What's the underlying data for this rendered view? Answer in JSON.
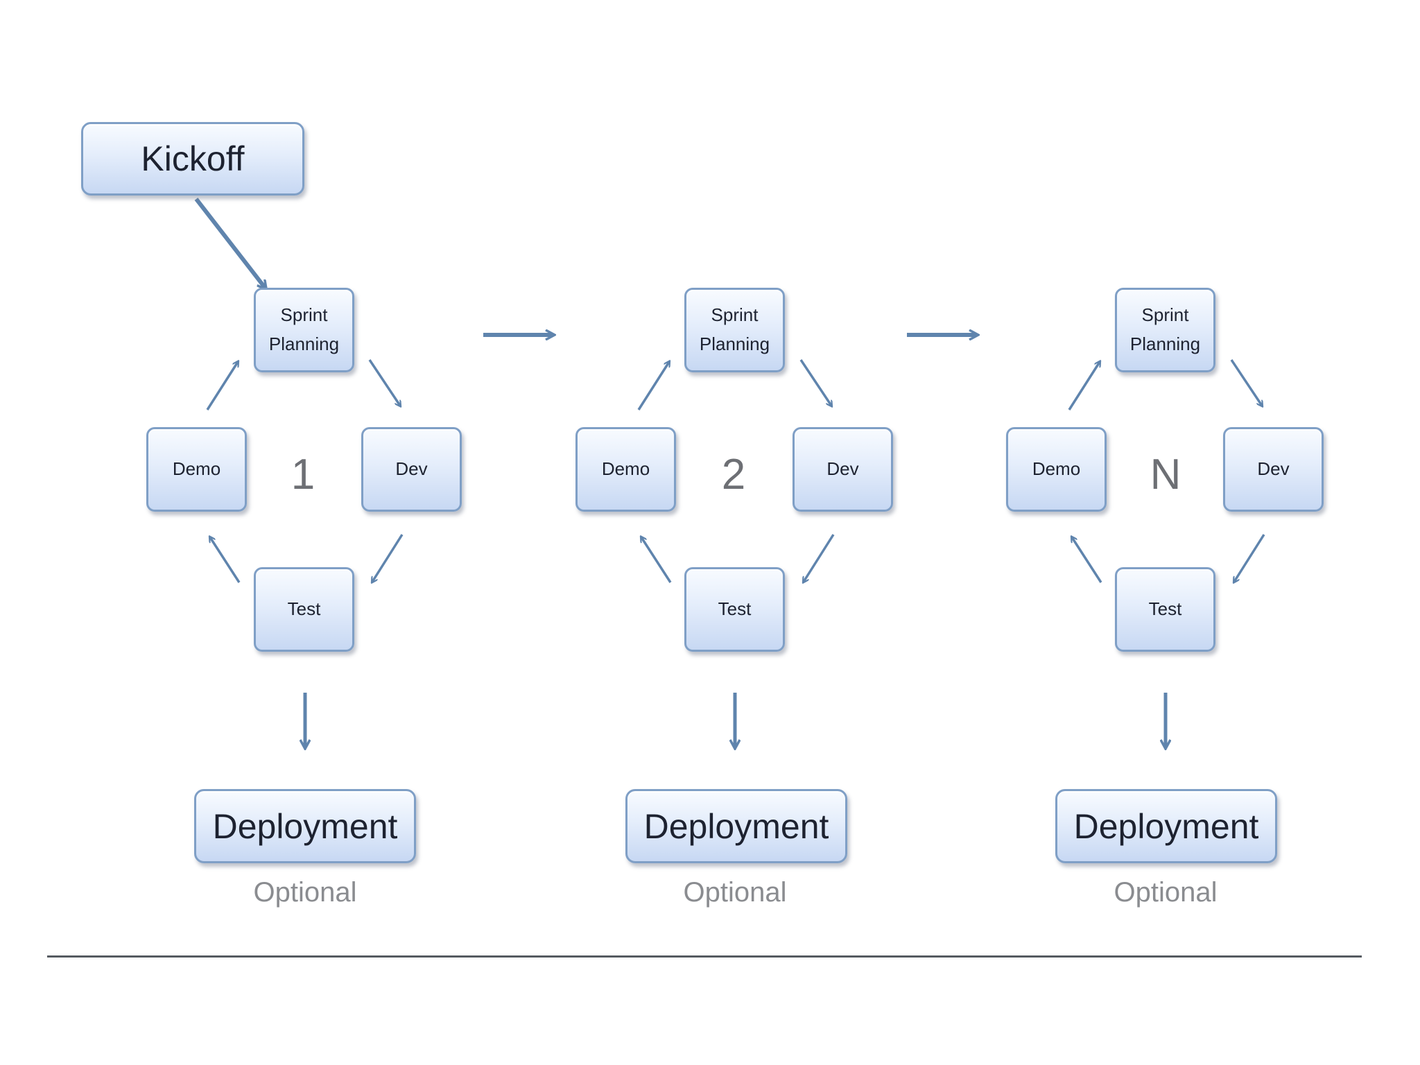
{
  "kickoff": {
    "label": "Kickoff"
  },
  "sprints": [
    {
      "number": "1",
      "sprint_planning": "Sprint\nPlanning",
      "dev": "Dev",
      "test": "Test",
      "demo": "Demo",
      "deployment": "Deployment",
      "optional": "Optional"
    },
    {
      "number": "2",
      "sprint_planning": "Sprint\nPlanning",
      "dev": "Dev",
      "test": "Test",
      "demo": "Demo",
      "deployment": "Deployment",
      "optional": "Optional"
    },
    {
      "number": "N",
      "sprint_planning": "Sprint\nPlanning",
      "dev": "Dev",
      "test": "Test",
      "demo": "Demo",
      "deployment": "Deployment",
      "optional": "Optional"
    }
  ],
  "colors": {
    "arrow": "#5f84ad",
    "box_border": "#7f9fc6",
    "box_fill_top": "#f8fbff",
    "box_fill_bottom": "#c7d8f3",
    "number_text": "#6d6f74",
    "optional_text": "#8a8c90",
    "baseline": "#555a60"
  }
}
